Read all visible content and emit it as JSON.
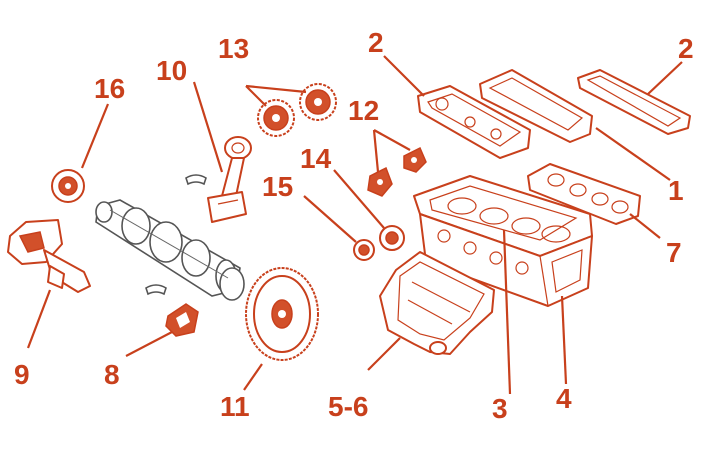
{
  "callouts": {
    "c1": "1",
    "c2a": "2",
    "c2b": "2",
    "c3": "3",
    "c4": "4",
    "c56": "5-6",
    "c7": "7",
    "c8": "8",
    "c9": "9",
    "c10": "10",
    "c11": "11",
    "c12": "12",
    "c13": "13",
    "c14": "14",
    "c15": "15",
    "c16": "16"
  },
  "colors": {
    "accent": "#c8401c",
    "outline": "#555555",
    "background": "#ffffff"
  }
}
